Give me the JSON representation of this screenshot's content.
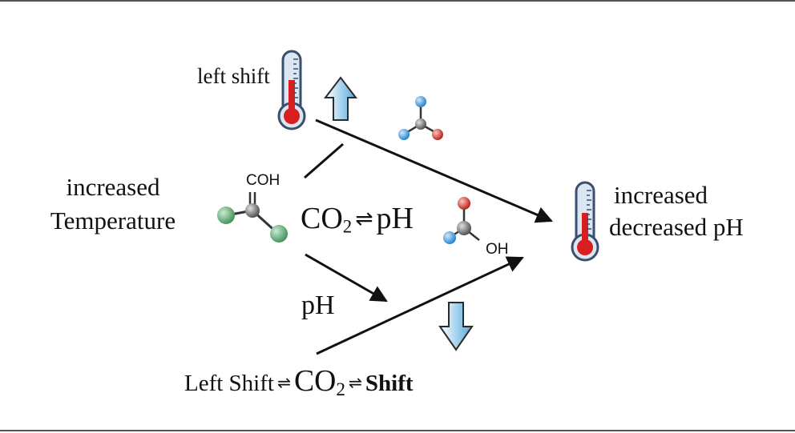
{
  "labels": {
    "left_shift_top": "left shift",
    "increased_temperature_1": "increased",
    "increased_temperature_2": "Temperature",
    "increased_right": "increased",
    "decreased_ph": "decreased pH",
    "ph_middle": "pH",
    "coh": "COH",
    "oh": "OH"
  },
  "equation_center": {
    "co": "CO",
    "sub": "2",
    "arrow": "⇌",
    "ph": "pH"
  },
  "equation_bottom": {
    "left_shift": "Left Shift",
    "arrow1": "⇌",
    "co": "CO",
    "sub": "2",
    "arrow2": "⇌",
    "shift": "Shift"
  },
  "colors": {
    "thermometer_red": "#d81e1e",
    "thermometer_outline": "#3a4f6e",
    "thermometer_glass": "#dbe6f3",
    "arrow_blue": "#a8d4ef",
    "atom_green": "#5aa96e",
    "atom_blue": "#3fa3e0",
    "atom_red": "#d9342c",
    "atom_gray": "#7a7a7a"
  },
  "icons": [
    "thermometer-icon",
    "up-arrow-icon",
    "down-arrow-icon",
    "molecule-icon"
  ]
}
